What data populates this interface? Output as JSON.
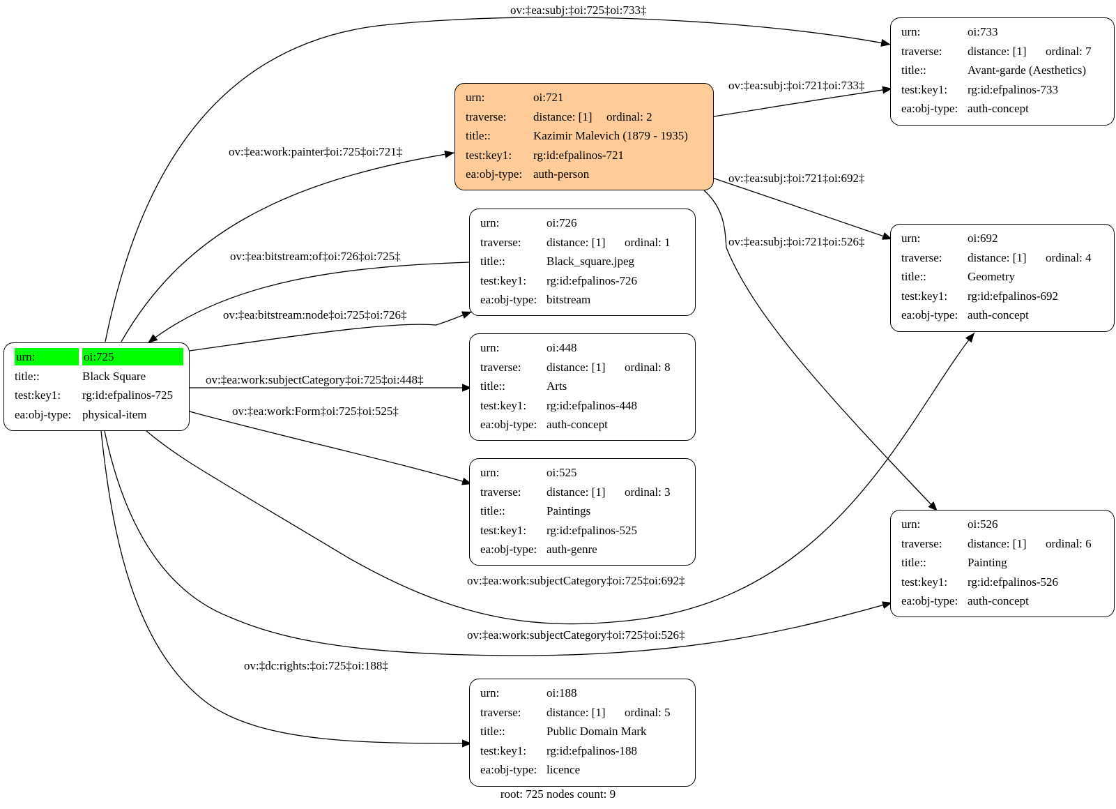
{
  "nodes": {
    "n725": {
      "urn_label": "urn:",
      "urn": "oi:725",
      "title_label": "title::",
      "title": "Black Square",
      "key_label": "test:key1:",
      "key": "rg:id:efpalinos-725",
      "type_label": "ea:obj-type:",
      "type": "physical-item",
      "highlight": "#00ff00"
    },
    "n721": {
      "urn_label": "urn:",
      "urn": "oi:721",
      "traverse_label": "traverse:",
      "distance": "distance: [1]",
      "ordinal": "ordinal: 2",
      "title_label": "title::",
      "title": "Kazimir Malevich (1879 - 1935)",
      "key_label": "test:key1:",
      "key": "rg:id:efpalinos-721",
      "type_label": "ea:obj-type:",
      "type": "auth-person",
      "fill": "#ffcc99"
    },
    "n733": {
      "urn_label": "urn:",
      "urn": "oi:733",
      "traverse_label": "traverse:",
      "distance": "distance: [1]",
      "ordinal": "ordinal: 7",
      "title_label": "title::",
      "title": "Avant-garde (Aesthetics)",
      "key_label": "test:key1:",
      "key": "rg:id:efpalinos-733",
      "type_label": "ea:obj-type:",
      "type": "auth-concept"
    },
    "n726": {
      "urn_label": "urn:",
      "urn": "oi:726",
      "traverse_label": "traverse:",
      "distance": "distance: [1]",
      "ordinal": "ordinal: 1",
      "title_label": "title::",
      "title": "Black_square.jpeg",
      "key_label": "test:key1:",
      "key": "rg:id:efpalinos-726",
      "type_label": "ea:obj-type:",
      "type": "bitstream"
    },
    "n692": {
      "urn_label": "urn:",
      "urn": "oi:692",
      "traverse_label": "traverse:",
      "distance": "distance: [1]",
      "ordinal": "ordinal: 4",
      "title_label": "title::",
      "title": "Geometry",
      "key_label": "test:key1:",
      "key": "rg:id:efpalinos-692",
      "type_label": "ea:obj-type:",
      "type": "auth-concept"
    },
    "n448": {
      "urn_label": "urn:",
      "urn": "oi:448",
      "traverse_label": "traverse:",
      "distance": "distance: [1]",
      "ordinal": "ordinal: 8",
      "title_label": "title::",
      "title": "Arts",
      "key_label": "test:key1:",
      "key": "rg:id:efpalinos-448",
      "type_label": "ea:obj-type:",
      "type": "auth-concept"
    },
    "n525": {
      "urn_label": "urn:",
      "urn": "oi:525",
      "traverse_label": "traverse:",
      "distance": "distance: [1]",
      "ordinal": "ordinal: 3",
      "title_label": "title::",
      "title": "Paintings",
      "key_label": "test:key1:",
      "key": "rg:id:efpalinos-525",
      "type_label": "ea:obj-type:",
      "type": "auth-genre"
    },
    "n526": {
      "urn_label": "urn:",
      "urn": "oi:526",
      "traverse_label": "traverse:",
      "distance": "distance: [1]",
      "ordinal": "ordinal: 6",
      "title_label": "title::",
      "title": "Painting",
      "key_label": "test:key1:",
      "key": "rg:id:efpalinos-526",
      "type_label": "ea:obj-type:",
      "type": "auth-concept"
    },
    "n188": {
      "urn_label": "urn:",
      "urn": "oi:188",
      "traverse_label": "traverse:",
      "distance": "distance: [1]",
      "ordinal": "ordinal: 5",
      "title_label": "title::",
      "title": "Public Domain Mark",
      "key_label": "test:key1:",
      "key": "rg:id:efpalinos-188",
      "type_label": "ea:obj-type:",
      "type": "licence"
    }
  },
  "edges": {
    "e725_733": "ov:‡ea:subj:‡oi:725‡oi:733‡",
    "e721_733": "ov:‡ea:subj:‡oi:721‡oi:733‡",
    "e725_721": "ov:‡ea:work:painter‡oi:725‡oi:721‡",
    "e721_692": "ov:‡ea:subj:‡oi:721‡oi:692‡",
    "e726_725": "ov:‡ea:bitstream:of‡oi:726‡oi:725‡",
    "e721_526": "ov:‡ea:subj:‡oi:721‡oi:526‡",
    "e725_726": "ov:‡ea:bitstream:node‡oi:725‡oi:726‡",
    "e725_448": "ov:‡ea:work:subjectCategory‡oi:725‡oi:448‡",
    "e725_525": "ov:‡ea:work:Form‡oi:725‡oi:525‡",
    "e725_692": "ov:‡ea:work:subjectCategory‡oi:725‡oi:692‡",
    "e725_526": "ov:‡ea:work:subjectCategory‡oi:725‡oi:526‡",
    "e725_188": "ov:‡dc:rights:‡oi:725‡oi:188‡"
  },
  "footer": "root: 725 nodes count: 9"
}
